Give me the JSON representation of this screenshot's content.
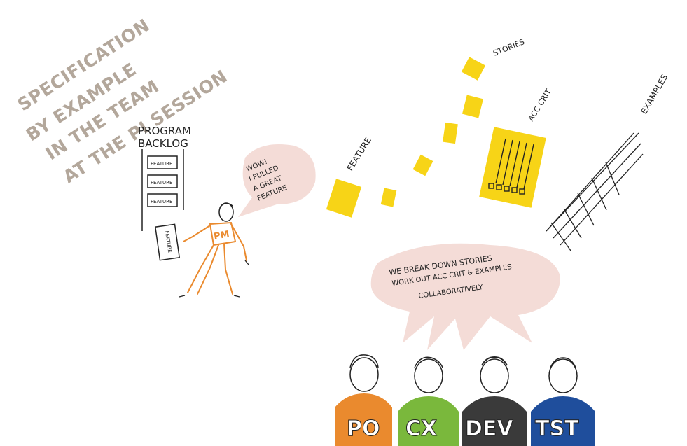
{
  "title": {
    "lines": [
      "Specification",
      "by example",
      "in the team",
      "at the PI session"
    ]
  },
  "backlog": {
    "heading_line1": "Program",
    "heading_line2": "Backlog",
    "items": [
      "Feature",
      "Feature",
      "Feature"
    ]
  },
  "pm": {
    "card_label": "Feature",
    "shirt_label": "PM",
    "speech": [
      "Wow!",
      "I pulled",
      "a great",
      "feature"
    ]
  },
  "breakdown": {
    "feature_label": "Feature",
    "stories_label": "Stories",
    "acc_crit_label": "Acc Crit",
    "examples_label": "Examples"
  },
  "team_speech": [
    "We break down  stories",
    "work out acc crit & examples",
    "collaboratively"
  ],
  "team": [
    {
      "shirt": "PO",
      "color": "#ea8a2e"
    },
    {
      "shirt": "CX",
      "color": "#7ab83c"
    },
    {
      "shirt": "DEV",
      "color": "#3a3a3a"
    },
    {
      "shirt": "TST",
      "color": "#1f4e9c"
    }
  ],
  "colors": {
    "title": "#b3a79b",
    "sticky": "#f7d417",
    "speech_bubble": "#f4dcd7",
    "pm_orange": "#ea8a2e",
    "ink": "#222222"
  }
}
